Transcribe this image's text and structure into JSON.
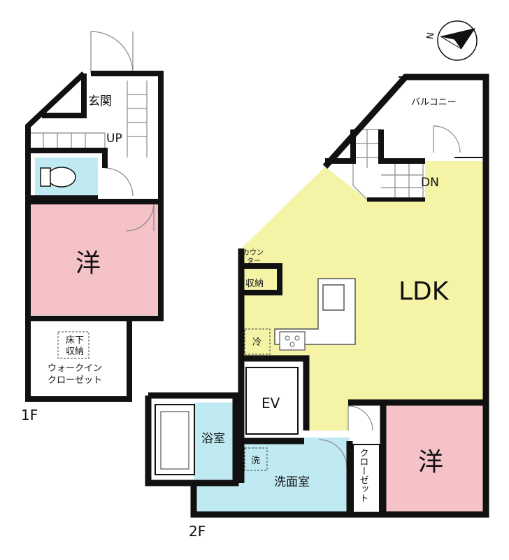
{
  "floors": {
    "f1": {
      "label": "1F",
      "rooms": {
        "entrance": "玄関",
        "up": "UP",
        "western": "洋",
        "underfloor": [
          "床下",
          "収納"
        ],
        "walkin": [
          "ウォークイン",
          "クローゼット"
        ]
      }
    },
    "f2": {
      "label": "2F",
      "rooms": {
        "balcony": "バルコニー",
        "dn": "DN",
        "ldk": "LDK",
        "counter": [
          "カウン",
          "ター"
        ],
        "storage": "収納",
        "fridge": "冷",
        "ev": "EV",
        "bath": "浴室",
        "washer": "洗",
        "washroom": "洗面室",
        "closet": "クローゼット",
        "western": "洋"
      }
    }
  },
  "compass": {
    "label": "N"
  },
  "colors": {
    "western": "#f4c2c7",
    "ldk": "#f4f3a6",
    "wet": "#bfeaf2",
    "wall": "#111111"
  }
}
